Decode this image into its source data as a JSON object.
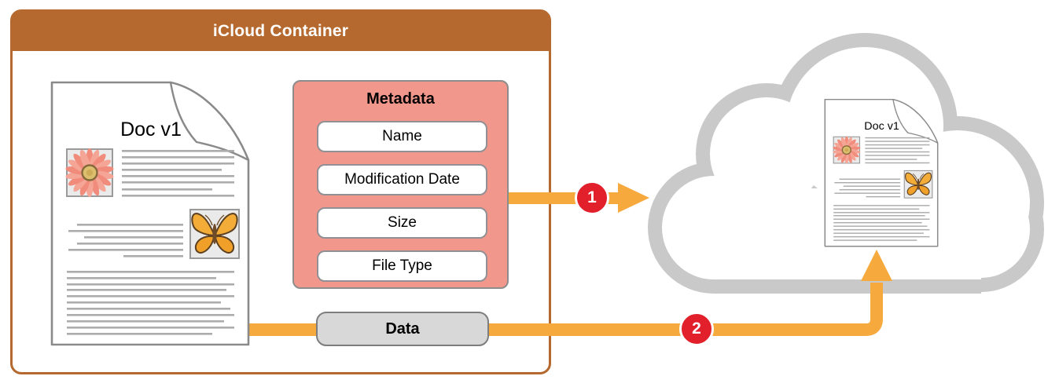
{
  "diagram": {
    "container": {
      "title": "iCloud Container",
      "header_color": "#B5692E"
    },
    "document": {
      "title": "Doc v1"
    },
    "metadata": {
      "title": "Metadata",
      "fill_color": "#F1978C",
      "fields": [
        "Name",
        "Modification Date",
        "Size",
        "File Type"
      ]
    },
    "data_pill": {
      "label": "Data",
      "fill_color": "#D8D8D8"
    },
    "flow": {
      "arrow_color": "#F6A93C",
      "badge_color": "#E1202B",
      "step1": "1",
      "step2": "2"
    },
    "cloud": {
      "color": "#C9C9C9",
      "document": {
        "title": "Doc v1"
      }
    }
  }
}
